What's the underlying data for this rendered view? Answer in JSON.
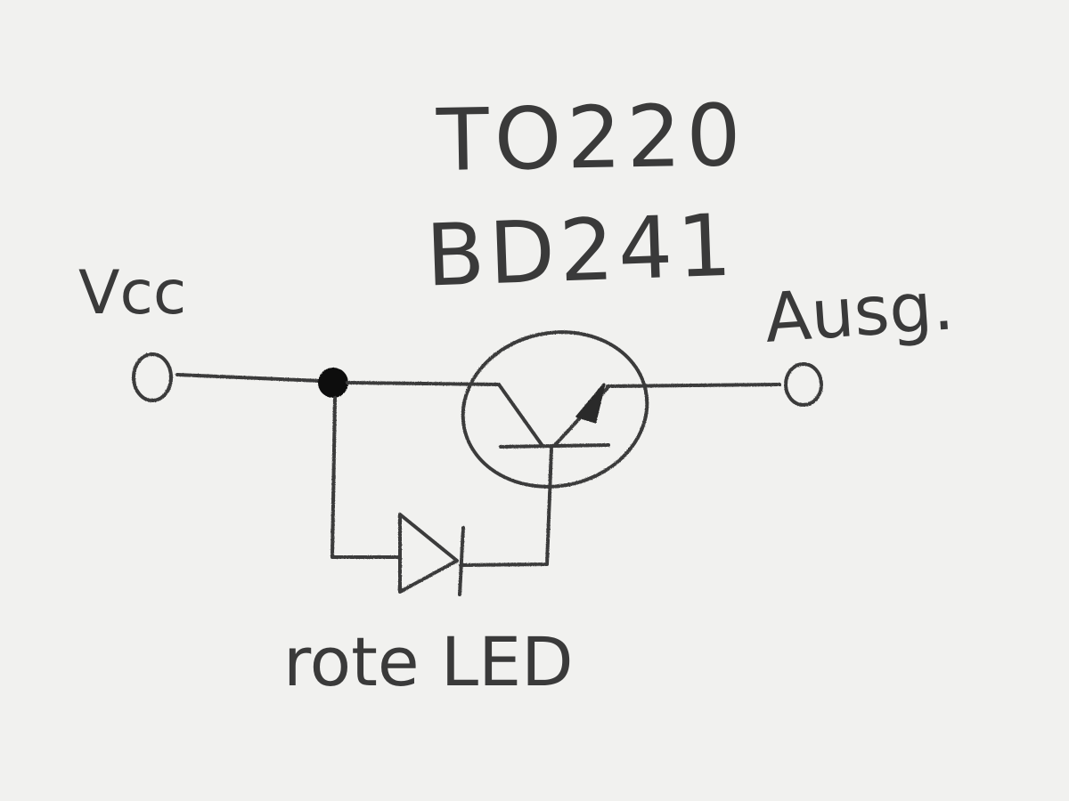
{
  "labels": {
    "package": "TO220",
    "transistor": "BD241",
    "input": "Vcc",
    "output": "Ausg.",
    "led": "rote LED"
  },
  "colors": {
    "paper": "#f1f1ef",
    "pencil": "#3b3b3b",
    "junction": "#111111"
  },
  "components": {
    "transistor": "npn-transistor-symbol",
    "led": "diode-symbol",
    "input_terminal": "open-circle-terminal",
    "output_terminal": "open-circle-terminal"
  }
}
